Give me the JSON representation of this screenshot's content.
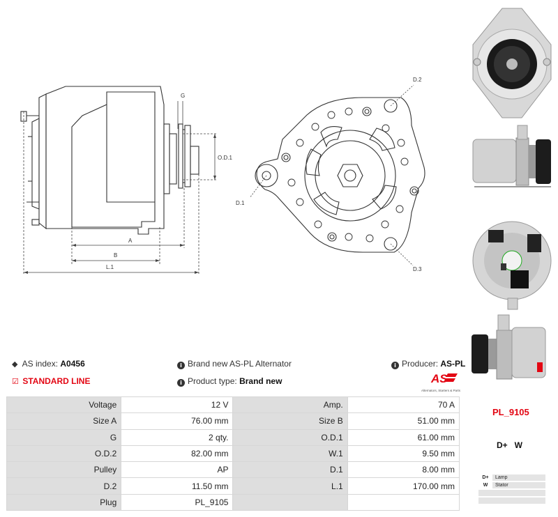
{
  "drawing_labels": {
    "g": "G",
    "od1": "O.D.1",
    "a": "A",
    "b": "B",
    "l1": "L.1",
    "d1": "D.1",
    "d2": "D.2",
    "d3": "D.3"
  },
  "info": {
    "as_index_label": "AS index:",
    "as_index_value": "A0456",
    "standard_line": "STANDARD LINE",
    "description": "Brand new AS-PL Alternator",
    "product_type_label": "Product type:",
    "product_type_value": "Brand new",
    "producer_label": "Producer:",
    "producer_value": "AS-PL",
    "logo_tagline": "Alternators, Starters & Parts"
  },
  "specs": [
    {
      "l1": "Voltage",
      "v1": "12 V",
      "l2": "Amp.",
      "v2": "70 A"
    },
    {
      "l1": "Size A",
      "v1": "76.00 mm",
      "l2": "Size B",
      "v2": "51.00 mm"
    },
    {
      "l1": "G",
      "v1": "2 qty.",
      "l2": "O.D.1",
      "v2": "61.00 mm"
    },
    {
      "l1": "O.D.2",
      "v1": "82.00 mm",
      "l2": "W.1",
      "v2": "9.50 mm"
    },
    {
      "l1": "Pulley",
      "v1": "AP",
      "l2": "D.1",
      "v2": "8.00 mm"
    },
    {
      "l1": "D.2",
      "v1": "11.50 mm",
      "l2": "L.1",
      "v2": "170.00 mm"
    },
    {
      "l1": "Plug",
      "v1": "PL_9105",
      "l2": "",
      "v2": ""
    }
  ],
  "plug": {
    "code": "PL_9105",
    "terminals": "D+   W",
    "legend": [
      {
        "key": "D+",
        "value": "Lamp"
      },
      {
        "key": "W",
        "value": "Stator"
      },
      {
        "key": "",
        "value": ""
      },
      {
        "key": "",
        "value": ""
      }
    ]
  },
  "colors": {
    "accent": "#e30613",
    "label_bg": "#dedede",
    "line": "#444444"
  }
}
